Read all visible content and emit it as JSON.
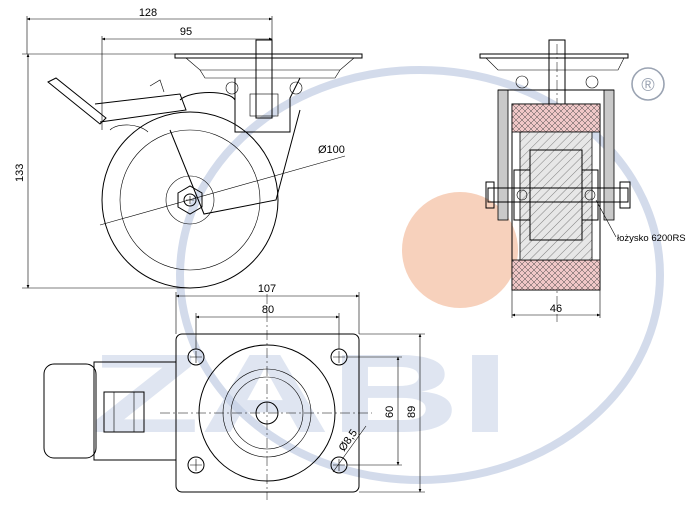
{
  "watermark": {
    "brand_text": "ZABI",
    "registered_mark": "®",
    "colors": {
      "ring": "#c8d2e6",
      "circle": "#f6c9b0",
      "letters": "#c5d1e6"
    }
  },
  "side_view": {
    "dim_overall_width": "128",
    "dim_mount_width": "95",
    "dim_height": "133",
    "dim_wheel_diameter": "Ø100"
  },
  "section_view": {
    "bearing_label": "łożysko 6200RS",
    "dim_wheel_width": "46"
  },
  "top_view": {
    "dim_plate_width": "107",
    "dim_hole_spacing_x": "80",
    "dim_hole_spacing_y": "60",
    "dim_plate_depth": "89",
    "dim_hole_diameter": "Ø8,5"
  }
}
